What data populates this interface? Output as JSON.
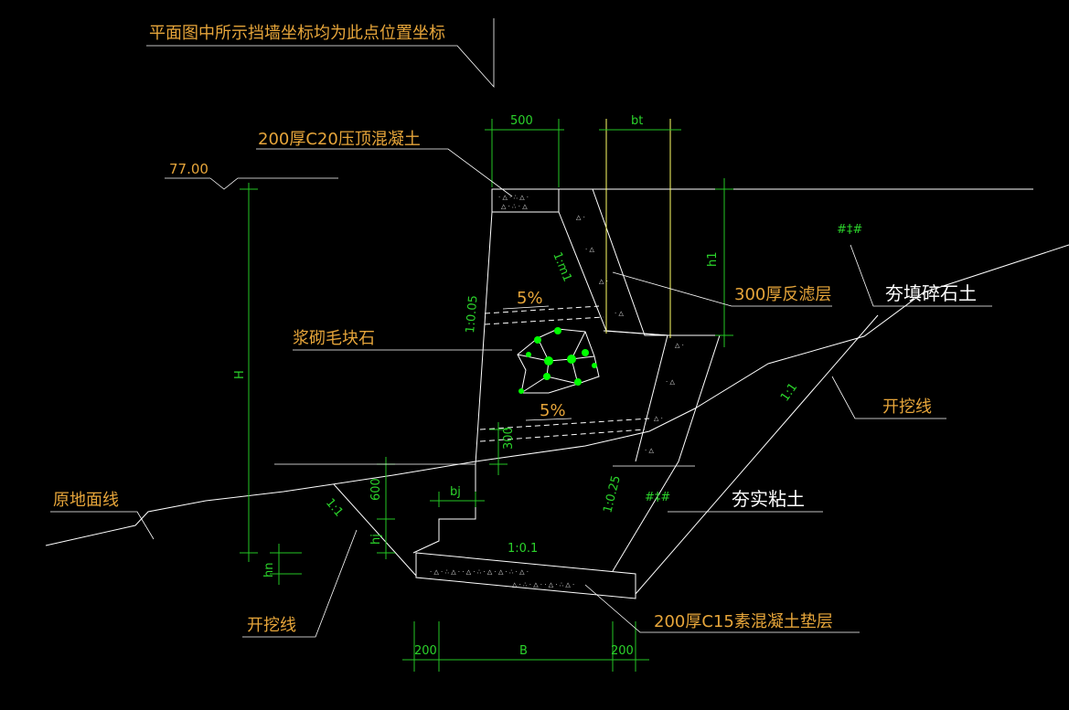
{
  "labels": {
    "coord_note": "平面图中所示挡墙坐标均为此点位置坐标",
    "cap_concrete": "200厚C20压顶混凝土",
    "elevation": "77.00",
    "masonry": "浆砌毛块石",
    "filter_layer": "300厚反滤层",
    "backfill_gravel": "夯填碎石土",
    "excavation_right": "开挖线",
    "excavation_left": "开挖线",
    "original_ground": "原地面线",
    "compacted_clay": "夯实粘土",
    "base_concrete": "200厚C15素混凝土垫层",
    "slope_top": "5%",
    "slope_bottom": "5%"
  },
  "dimensions": {
    "d500": "500",
    "bt": "bt",
    "h1": "h1",
    "H": "H",
    "ratio_front": "1:0.05",
    "ratio_m": "1:m1",
    "ratio_back": "1:0.25",
    "ratio_base": "1:0.1",
    "ratio_exc_left": "1:1",
    "ratio_exc_right": "1:1",
    "d600": "600",
    "d300": "300",
    "bj": "bj",
    "hj": "hj",
    "hn": "hn",
    "B": "B",
    "d200_left": "200",
    "d200_right": "200"
  },
  "colors": {
    "background": "#000000",
    "lines": "#ffffff",
    "dimension": "#23c623",
    "label": "#e6a53a",
    "stone_fill": "#00ff00"
  }
}
